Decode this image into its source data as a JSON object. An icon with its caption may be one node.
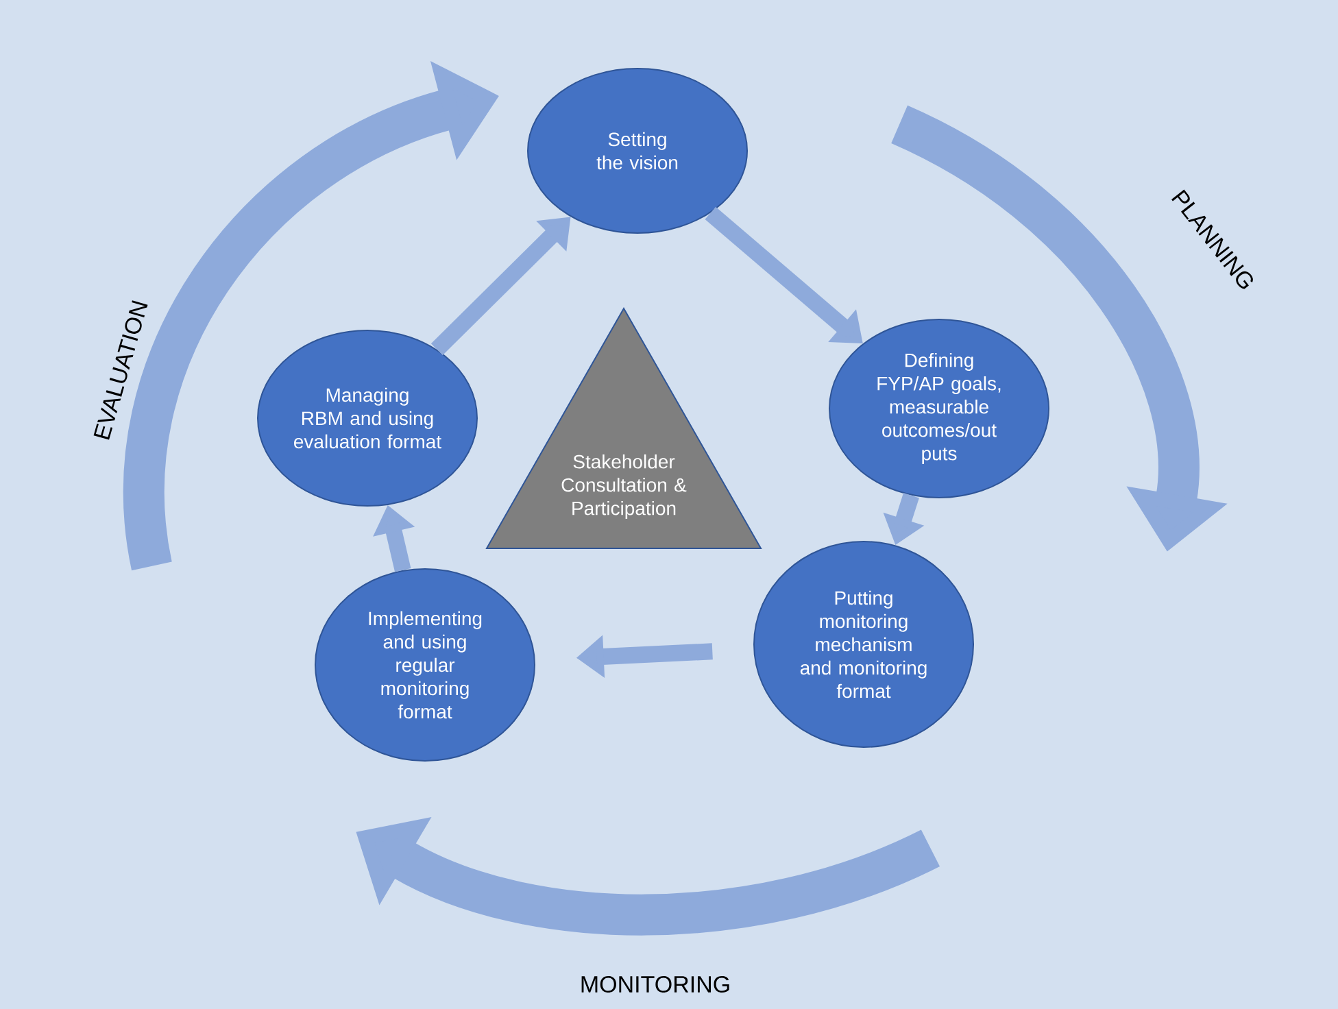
{
  "diagram": {
    "nodes": [
      {
        "text": [
          "Setting the vision"
        ]
      },
      {
        "text": [
          "Defining FYP/AP goals, measurable outcomes/out puts"
        ]
      },
      {
        "text": [
          "Putting monitoring mechanism and monitoring format"
        ]
      },
      {
        "text": [
          "Implementing and using regular monitoring format"
        ]
      },
      {
        "text": [
          "Managing RBM and using evaluation format"
        ]
      },
      {
        "text": [
          "Stakeholder Consultation & Participation"
        ]
      }
    ],
    "edges": [
      {
        "from": 0,
        "to": 1,
        "arrow": "to"
      },
      {
        "from": 1,
        "to": 2,
        "arrow": "to"
      },
      {
        "from": 2,
        "to": 3,
        "arrow": "to"
      },
      {
        "from": 3,
        "to": 4,
        "arrow": "to"
      },
      {
        "from": 4,
        "to": 0,
        "arrow": "to"
      }
    ],
    "labels": [
      "EVALUATION",
      "PLANNING",
      "MONITORING"
    ]
  }
}
